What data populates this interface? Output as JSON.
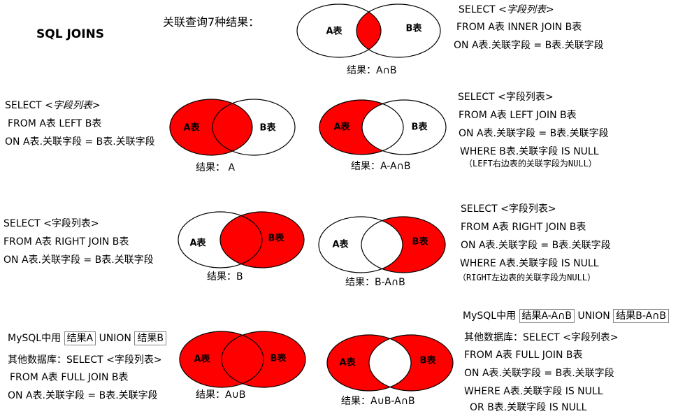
{
  "colors": {
    "fill": "#ff0000",
    "stroke": "#000000",
    "background": "#ffffff"
  },
  "heading": {
    "title": "SQL JOINS",
    "subtitle": "关联查询7种结果："
  },
  "labels": {
    "a": "A表",
    "b": "B表"
  },
  "diagrams": [
    {
      "id": "inner",
      "fill_regions": [
        "intersection"
      ],
      "result": "结果：A∩B"
    },
    {
      "id": "left",
      "fill_regions": [
        "a_only",
        "intersection"
      ],
      "result": "结果：  A"
    },
    {
      "id": "left-excl",
      "fill_regions": [
        "a_only"
      ],
      "result": "结果：A-A∩B"
    },
    {
      "id": "right",
      "fill_regions": [
        "b_only",
        "intersection"
      ],
      "result": "结果：B"
    },
    {
      "id": "right-excl",
      "fill_regions": [
        "b_only"
      ],
      "result": "结果：B-A∩B"
    },
    {
      "id": "full",
      "fill_regions": [
        "a_only",
        "intersection",
        "b_only"
      ],
      "result": "结果：A∪B"
    },
    {
      "id": "full-excl",
      "fill_regions": [
        "a_only",
        "b_only"
      ],
      "result": "结果：A∪B-A∩B"
    }
  ],
  "sql": {
    "inner": {
      "select_keyword": "SELECT",
      "select_fields": "<字段列表>",
      "from": "FROM A表 INNER JOIN B表",
      "on": "ON A表.关联字段 = B表.关联字段"
    },
    "left": {
      "select_keyword": "SELECT",
      "select_fields": "<字段列表>",
      "from": "FROM A表 LEFT B表",
      "on": "ON A表.关联字段 = B表.关联字段"
    },
    "left_excl": {
      "select": "SELECT <字段列表>",
      "from": "FROM A表 LEFT JOIN B表",
      "on": "ON A表.关联字段 = B表.关联字段",
      "where": "WHERE B表.关联字段 IS NULL",
      "note": "（LEFT右边表的关联字段为NULL）"
    },
    "right": {
      "select": "SELECT <字段列表>",
      "from": "FROM A表 RIGHT JOIN B表",
      "on": "ON A表.关联字段 = B表.关联字段"
    },
    "right_excl": {
      "select": "SELECT <字段列表>",
      "from": "FROM A表 RIGHT JOIN B表",
      "on": "ON A表.关联字段 = B表.关联字段",
      "where": "WHERE   A表.关联字段 IS NULL",
      "note": "（RIGHT左边表的关联字段为NULL）"
    },
    "full": {
      "mysql_prefix": "MySQL中用",
      "mysql_box1": "结果A",
      "union": "UNION",
      "mysql_box2": "结果B",
      "other_db": "其他数据库：SELECT <字段列表>",
      "from": "FROM A表 FULL JOIN B表",
      "on": "ON A表.关联字段 = B表.关联字段"
    },
    "full_excl": {
      "mysql_prefix": "MySQL中用",
      "mysql_box1": "结果A-A∩B",
      "union": "UNION",
      "mysql_box2": "结果B-A∩B",
      "other_db": "其他数据库：SELECT <字段列表>",
      "from": "FROM A表 FULL JOIN B表",
      "on": "ON A表.关联字段 = B表.关联字段",
      "where": "WHERE A表.关联字段 IS NULL",
      "or": "OR B表.关联字段 IS NULL"
    }
  }
}
